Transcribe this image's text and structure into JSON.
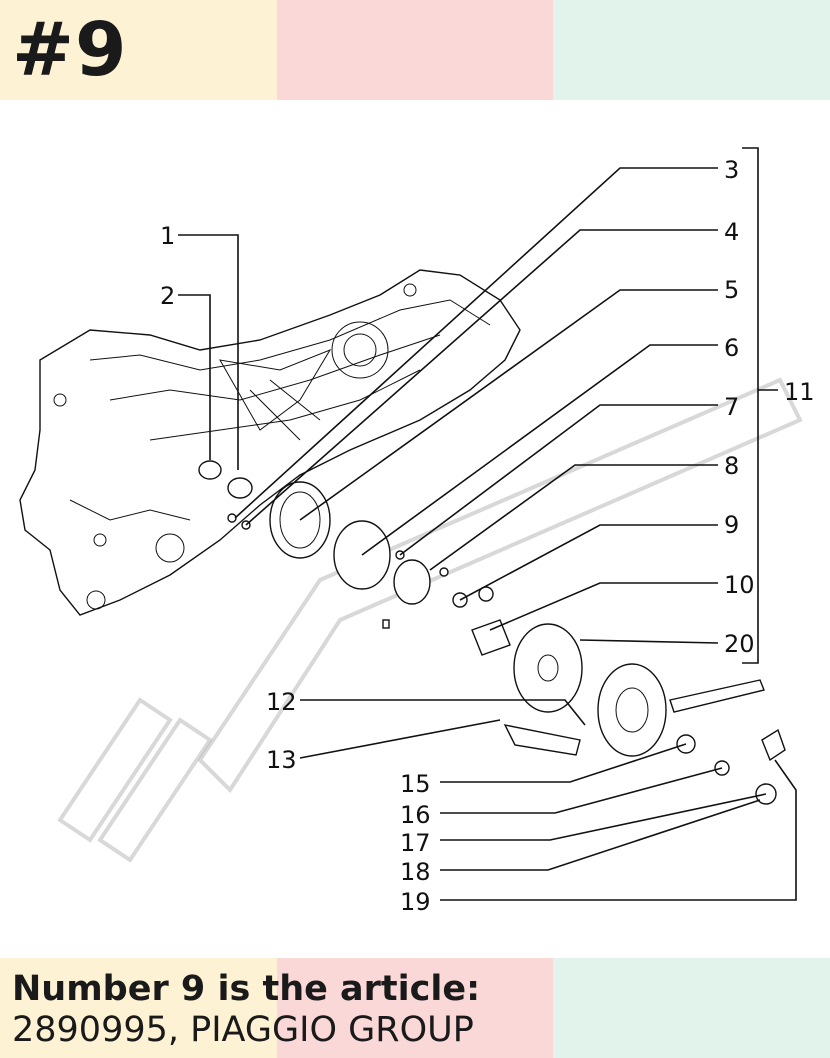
{
  "header": {
    "title": "#9"
  },
  "footer": {
    "line1": "Number 9 is the article:",
    "line2": "2890995, PIAGGIO GROUP"
  },
  "colors": {
    "band_yellow": "#fdf3d4",
    "band_pink": "#fbd8d8",
    "band_mint": "#e2f3ec",
    "ink": "#111111"
  },
  "diagram": {
    "labels": [
      "1",
      "2",
      "3",
      "4",
      "5",
      "6",
      "7",
      "8",
      "9",
      "10",
      "11",
      "12",
      "13",
      "15",
      "16",
      "17",
      "18",
      "19",
      "20"
    ]
  }
}
